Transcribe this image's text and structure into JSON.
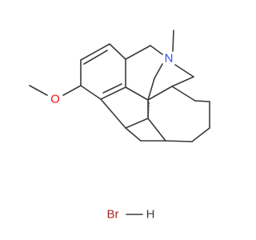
{
  "structure": {
    "atoms": {
      "oxygen": "O",
      "nitrogen": "N",
      "bromine": "Br",
      "hydrogen": "H"
    }
  },
  "colors": {
    "bond": "#3a3a3a",
    "oxygen": "#ff0d0d",
    "nitrogen": "#3050f8",
    "bromine": "#a62929",
    "hydrogen": "#3a3a3a",
    "background": "#ffffff"
  }
}
